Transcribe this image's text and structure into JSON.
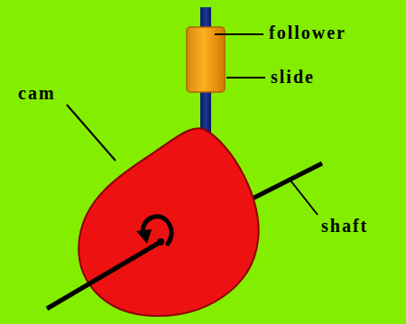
{
  "diagram": {
    "labels": [
      "follower",
      "slide",
      "cam",
      "shaft"
    ]
  }
}
